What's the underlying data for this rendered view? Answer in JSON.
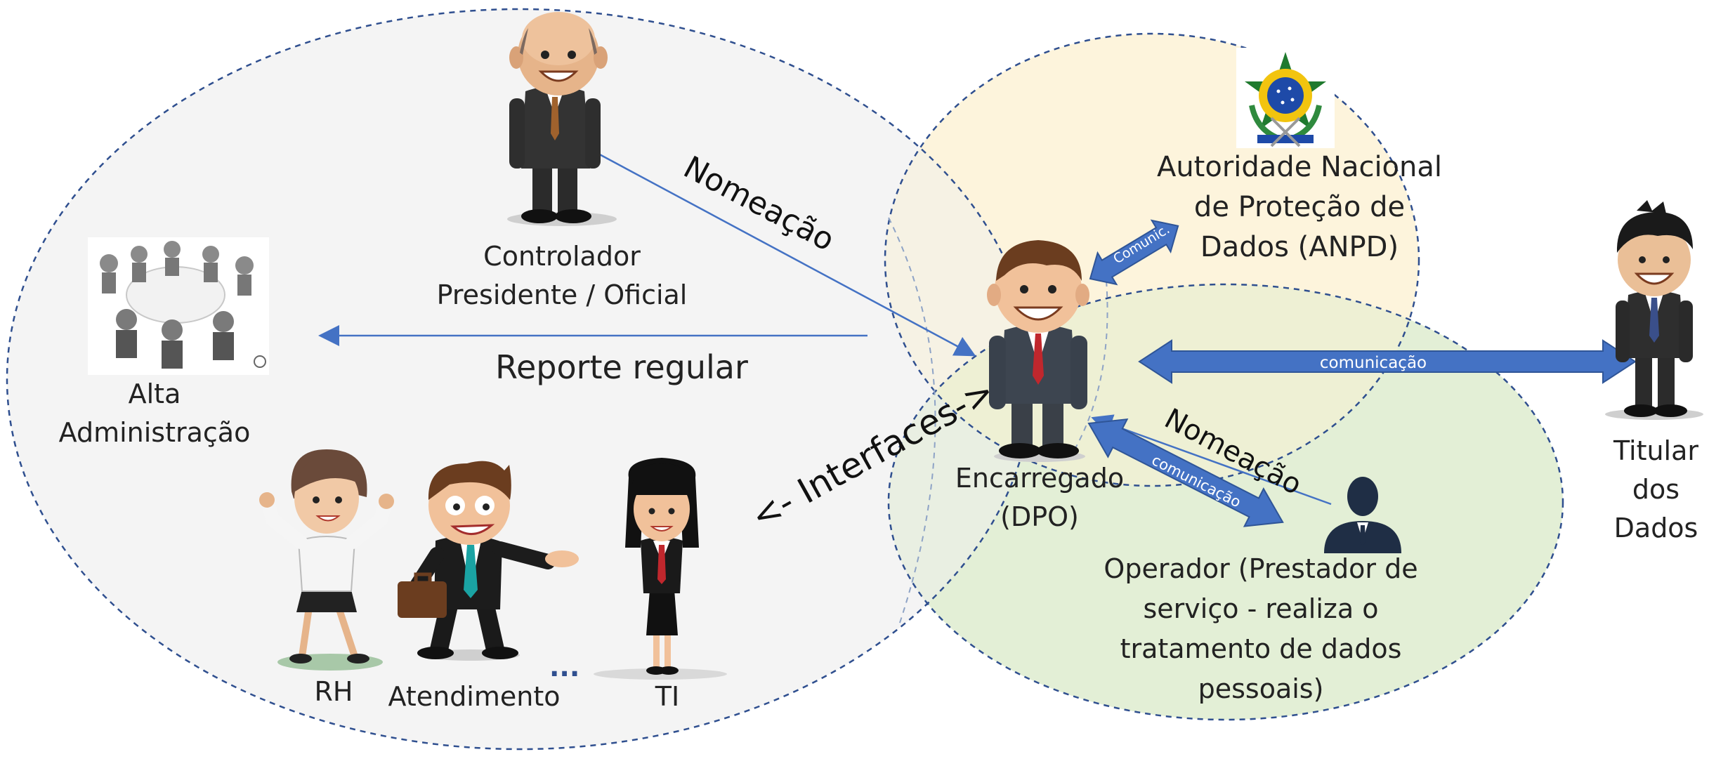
{
  "labels": {
    "controller_line1": "Controlador",
    "controller_line2": "Presidente / Oficial",
    "nomeacao_top": "Nomeação",
    "reporte": "Reporte regular",
    "alta_line1": "Alta",
    "alta_line2": "Administração",
    "anpd_line1": "Autoridade Nacional",
    "anpd_line2": "de Proteção de",
    "anpd_line3": "Dados (ANPD)",
    "comunic": "Comunic.",
    "comunicacao_titular": "comunicação",
    "interfaces": "<- Interfaces->",
    "encarregado_line1": "Encarregado",
    "encarregado_line2": "(DPO)",
    "nomeacao_op": "Nomeação",
    "comunicacao_op": "comunicação",
    "operador_line1": "Operador (Prestador de",
    "operador_line2": "serviço - realiza o",
    "operador_line3": "tratamento de dados",
    "operador_line4": "pessoais)",
    "titular_line1": "Titular",
    "titular_line2": "dos",
    "titular_line3": "Dados",
    "rh": "RH",
    "atendimento": "Atendimento",
    "ellipsis": "...",
    "ti": "TI"
  },
  "colors": {
    "org_fill": "#f4f4f4",
    "anpd_fill": "#fdf4dc",
    "operator_fill": "#e3efd6",
    "overlap_fill": "#e8edd6",
    "border": "#2f4f8f",
    "arrow_fill": "#4472c4",
    "thin_arrow": "#4472c4"
  },
  "icons": [
    "people-meeting-icon",
    "brazil-coat-of-arms-icon",
    "person-silhouette-icon"
  ]
}
